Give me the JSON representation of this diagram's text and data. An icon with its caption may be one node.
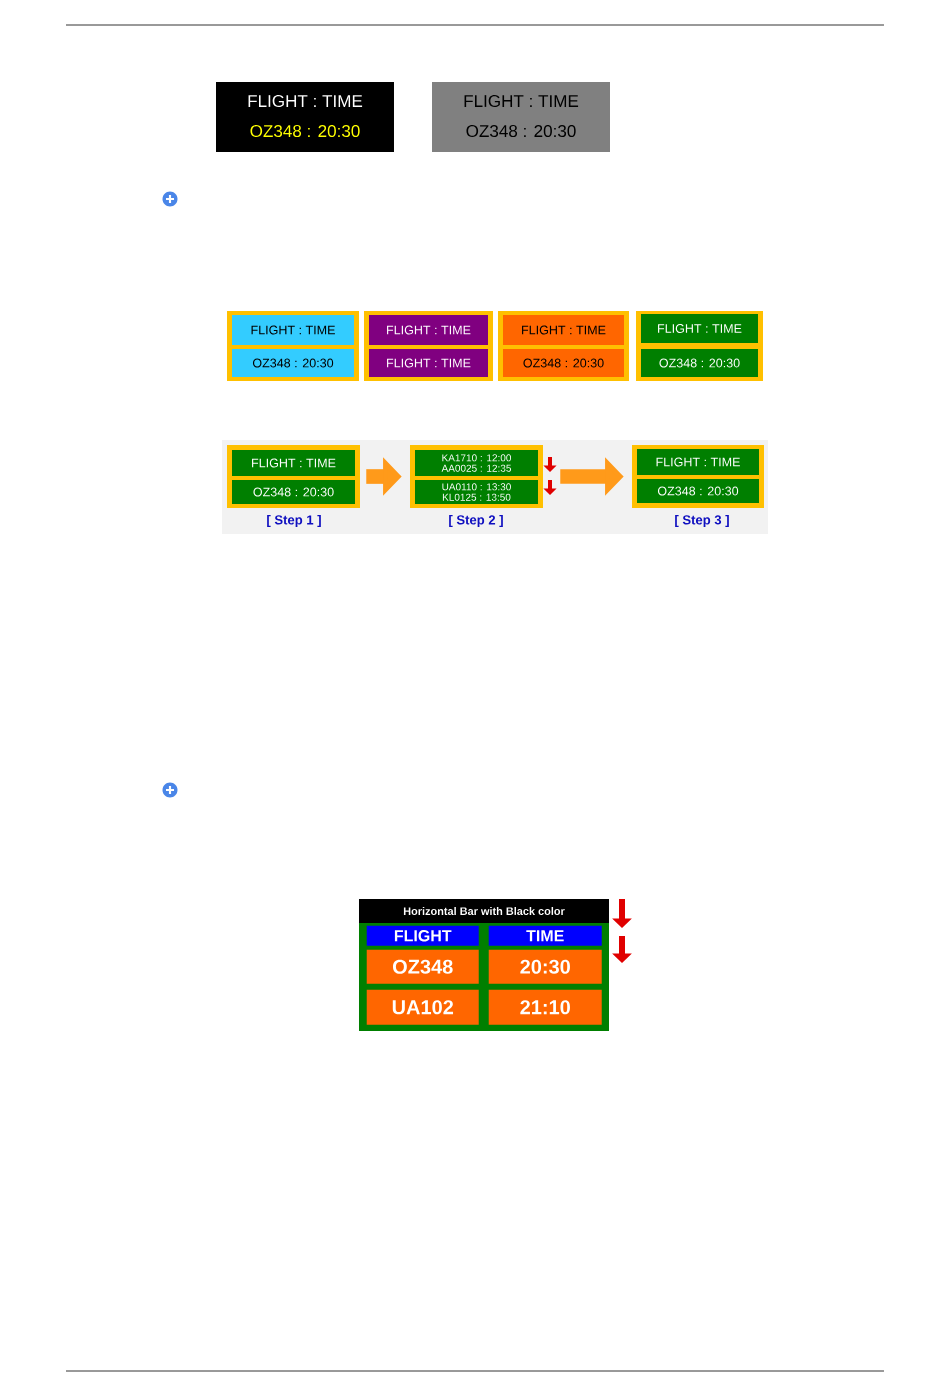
{
  "diagram": {
    "nodes": [
      {
        "text": [
          "FLIGHT : TIME",
          "OZ348 : 20:30"
        ]
      },
      {
        "text": [
          "FLIGHT : TIME",
          "OZ348 : 20:30"
        ]
      },
      {
        "text": [
          "FLIGHT : TIME",
          "OZ348 : 20:30"
        ]
      },
      {
        "text": [
          "FLIGHT : TIME",
          "FLIGHT : TIME"
        ]
      },
      {
        "text": [
          "FLIGHT : TIME",
          "OZ348 : 20:30"
        ]
      },
      {
        "text": [
          "FLIGHT : TIME",
          "OZ348 : 20:30"
        ]
      },
      {
        "text": [
          "FLIGHT : TIME",
          "OZ348 : 20:30"
        ],
        "beside": [
          "[ Step 1 ]"
        ]
      },
      {
        "text": [
          "KA1710 : 12:00",
          "AA0025 : 12:35",
          "UA0110 : 13:30",
          "KL0125 : 13:50"
        ],
        "beside": [
          "[ Step 2 ]"
        ]
      },
      {
        "text": [
          "FLIGHT : TIME",
          "OZ348 : 20:30"
        ],
        "beside": [
          "[ Step 3 ]"
        ]
      },
      {
        "text": [
          "Horizontal Bar with Black color"
        ]
      },
      {
        "text": [],
        "shape": "box"
      },
      {
        "text": [
          "FLIGHT"
        ],
        "in": 10
      },
      {
        "text": [
          "TIME"
        ],
        "in": 10
      },
      {
        "text": [
          "OZ348"
        ],
        "in": 10
      },
      {
        "text": [
          "20:30"
        ],
        "in": 10
      },
      {
        "text": [
          "UA102"
        ],
        "in": 10
      },
      {
        "text": [
          "21:10"
        ],
        "in": 10
      }
    ],
    "edges": [
      {
        "from": 6,
        "to": 7,
        "arrow": "to"
      },
      {
        "from": 7,
        "to": 8,
        "arrow": "to"
      }
    ]
  }
}
